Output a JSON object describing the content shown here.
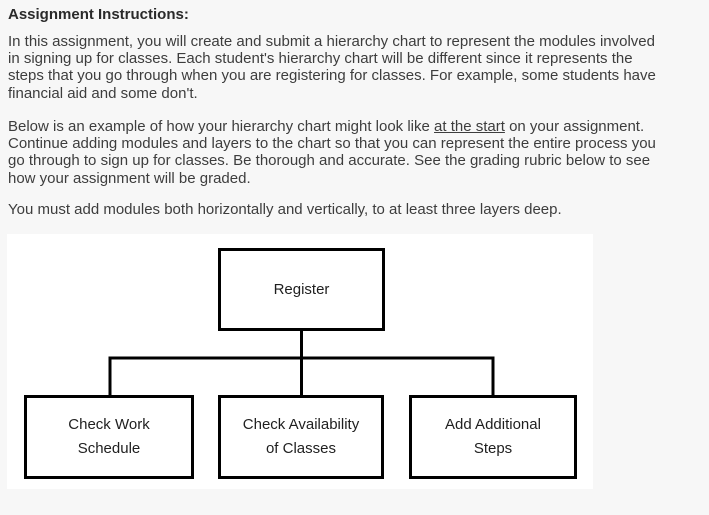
{
  "page": {
    "background_color": "#f7f7f7",
    "heading": "Assignment Instructions:",
    "paragraph_1": "In this assignment, you will create and submit a hierarchy chart to represent the modules involved\nin signing up for classes. Each student's hierarchy chart will be different since it represents the\nsteps that you go through when you are registering for classes. For example, some students have\nfinancial aid and some don't.",
    "paragraph_2": {
      "before_underline": "Below is an example of how your hierarchy chart might look like ",
      "underlined": "at the start",
      "after_underline": " on your assignment.\nContinue adding modules and layers to the chart so that you can represent the entire process you\ngo through to sign up for classes. Be thorough and accurate. See the grading rubric below to see\nhow your assignment will be graded."
    },
    "paragraph_3": "You must add modules both horizontally and vertically, to at least three layers deep."
  },
  "hierarchy_chart": {
    "canvas_color": "#ffffff",
    "line_color": "#000000",
    "box_border_color": "#000000",
    "root_label": "Register",
    "children": [
      "Check Work\nSchedule",
      "Check Availability\nof Classes",
      "Add Additional\nSteps"
    ]
  }
}
